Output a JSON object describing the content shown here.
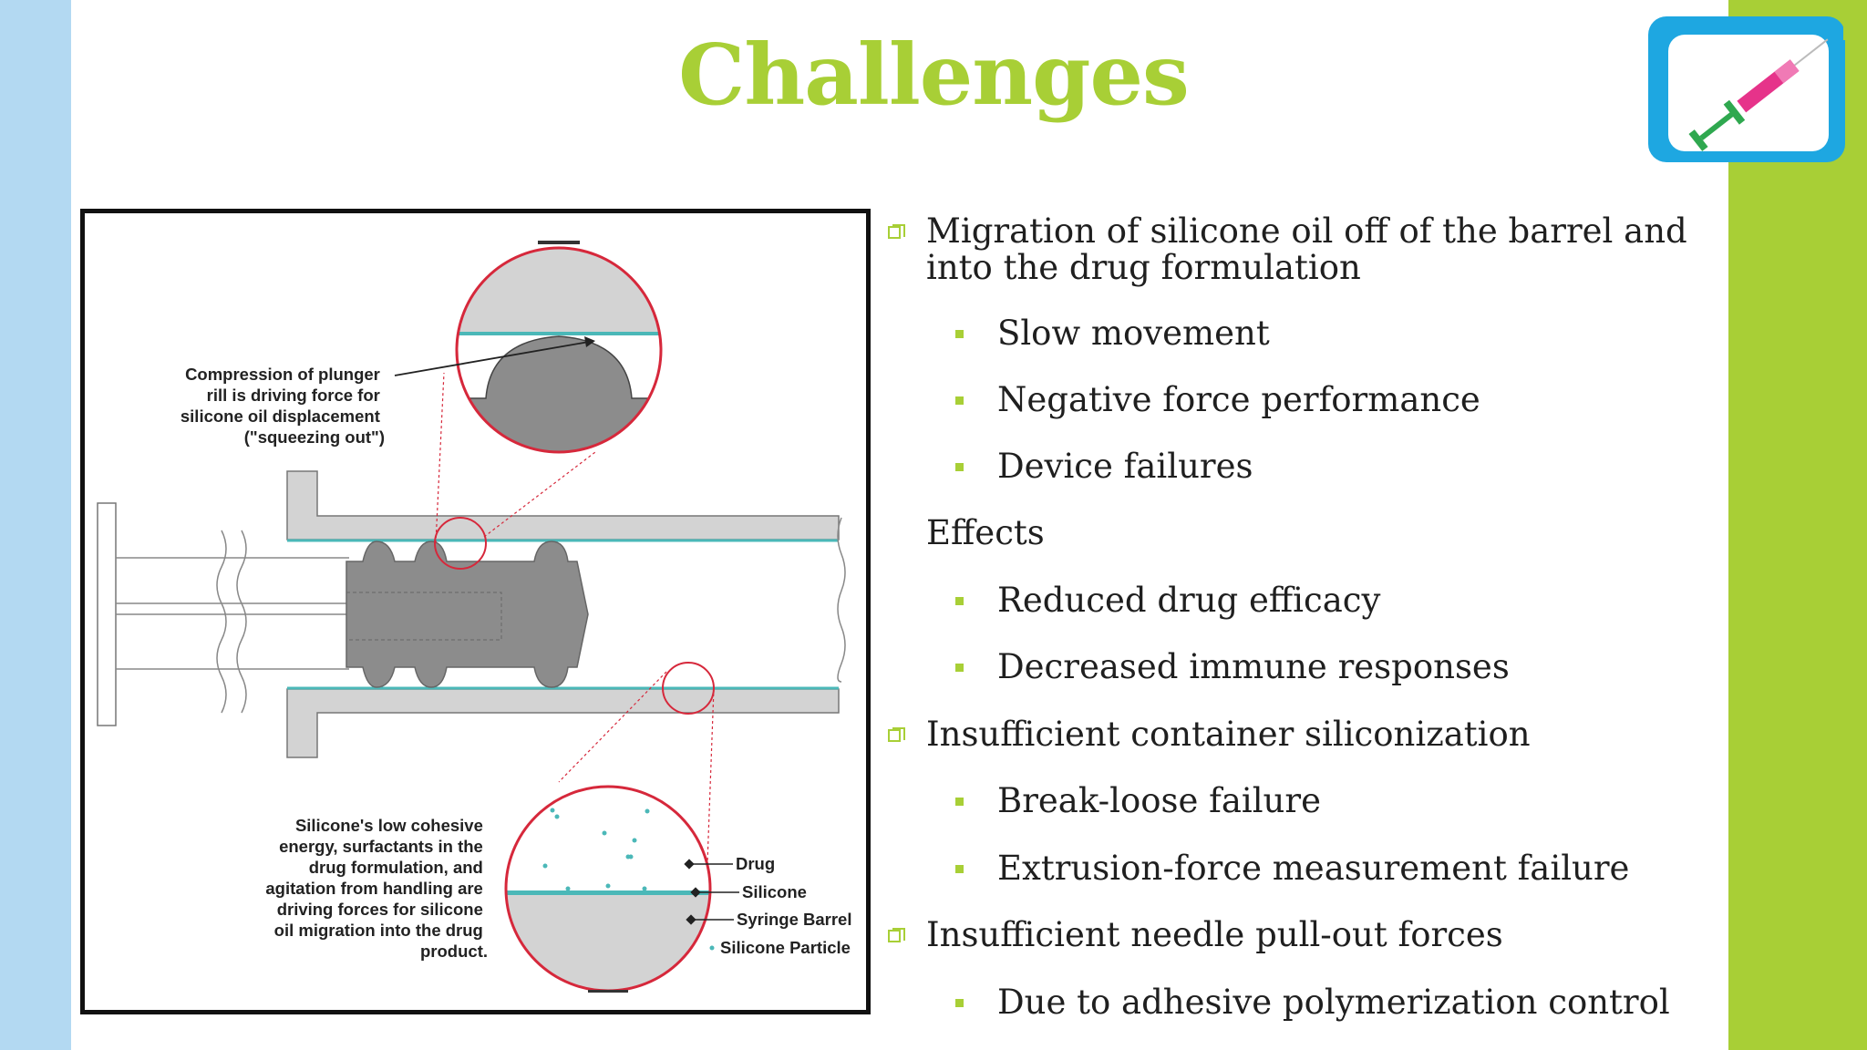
{
  "slide": {
    "title": "Challenges"
  },
  "figure": {
    "label_compression": [
      "Compression of plunger",
      "rill is driving force for",
      "silicone oil displacement",
      "(\"squeezing out\")"
    ],
    "label_cohesive": [
      "Silicone's low cohesive",
      "energy, surfactants in the",
      "drug formulation, and",
      "agitation from handling are",
      "driving forces for silicone",
      "oil migration into the drug",
      "product."
    ],
    "legend": {
      "drug": "Drug",
      "silicone": "Silicone",
      "barrel": "Syringe Barrel",
      "particle": "Silicone Particle"
    }
  },
  "bullets": [
    {
      "level": 1,
      "text": "Migration of silicone oil off of the barrel and into the drug formulation"
    },
    {
      "level": 2,
      "text": "Slow movement"
    },
    {
      "level": 2,
      "text": "Negative force performance"
    },
    {
      "level": 2,
      "text": "Device failures"
    },
    {
      "level": 3,
      "text": "Effects"
    },
    {
      "level": 2,
      "text": "Reduced drug efficacy"
    },
    {
      "level": 2,
      "text": "Decreased immune responses"
    },
    {
      "level": 1,
      "text": "Insufficient container siliconization"
    },
    {
      "level": 2,
      "text": "Break-loose failure"
    },
    {
      "level": 2,
      "text": "Extrusion-force measurement failure"
    },
    {
      "level": 1,
      "text": "Insufficient needle pull-out forces"
    },
    {
      "level": 2,
      "text": "Due to adhesive polymerization control"
    }
  ],
  "icons": {
    "logo": "syringe-icon",
    "level1_marker": "checkbox-bullet-icon",
    "level2_marker": "square-bullet-icon"
  },
  "colors": {
    "accent_green": "#a8cf36",
    "accent_blue": "#1ea7e1",
    "stripe_blue": "#b3d9f2",
    "magnifier_red": "#d6283b",
    "silicone_teal": "#4bb8b8"
  }
}
